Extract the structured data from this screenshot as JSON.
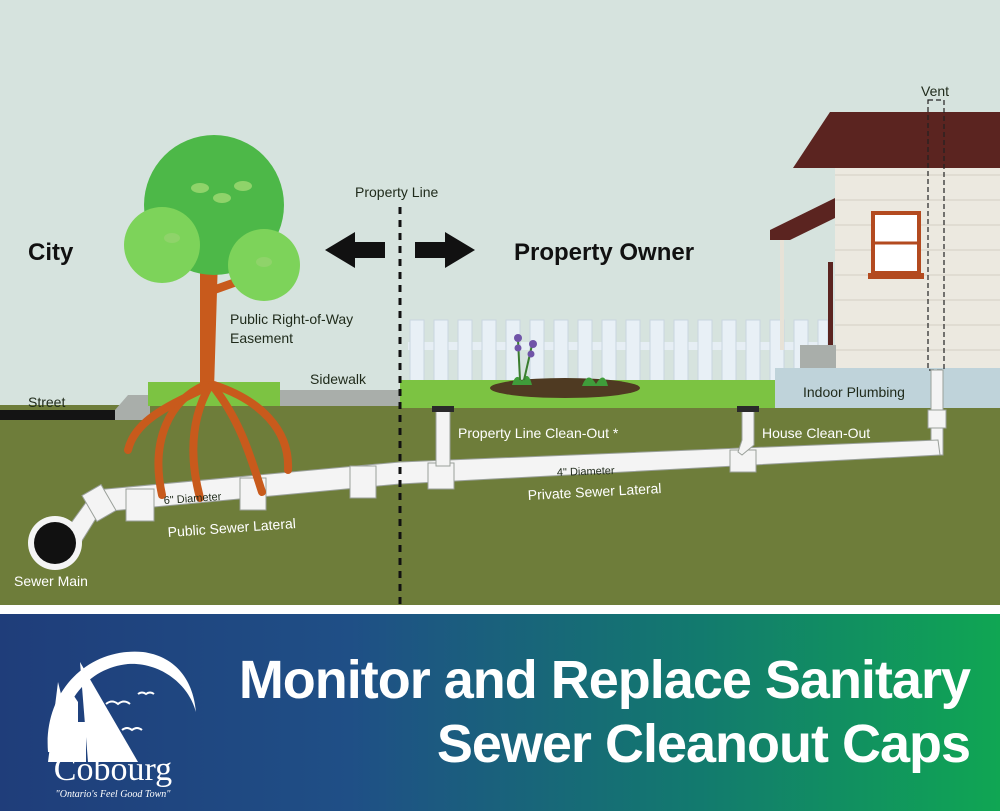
{
  "diagram": {
    "labels": {
      "city": "City",
      "property_owner": "Property Owner",
      "property_line": "Property Line",
      "vent": "Vent",
      "row_easement_line1": "Public Right-of-Way",
      "row_easement_line2": "Easement",
      "sidewalk": "Sidewalk",
      "street": "Street",
      "indoor_plumbing": "Indoor Plumbing",
      "property_line_cleanout": "Property Line Clean-Out *",
      "house_cleanout": "House Clean-Out",
      "diameter_4": "4\" Diameter",
      "private_lateral": "Private Sewer Lateral",
      "diameter_6": "6\" Diameter",
      "public_lateral": "Public Sewer Lateral",
      "sewer_main": "Sewer Main"
    },
    "colors": {
      "sky": "#d6e3de",
      "soil": "#6e7d3a",
      "grass": "#7cc342",
      "pipe": "#f4f4f4",
      "roof": "#5b2420",
      "house": "#ece9e0",
      "foundation": "#bfd3da",
      "tree_canopy": "#4db848",
      "tree_trunk": "#c85a1c",
      "fence": "#d8e4ee"
    }
  },
  "banner": {
    "title_line1": "Monitor and Replace Sanitary",
    "title_line2": "Sewer Cleanout Caps",
    "logo_name": "Cobourg",
    "logo_tagline": "\"Ontario's Feel Good Town\""
  }
}
